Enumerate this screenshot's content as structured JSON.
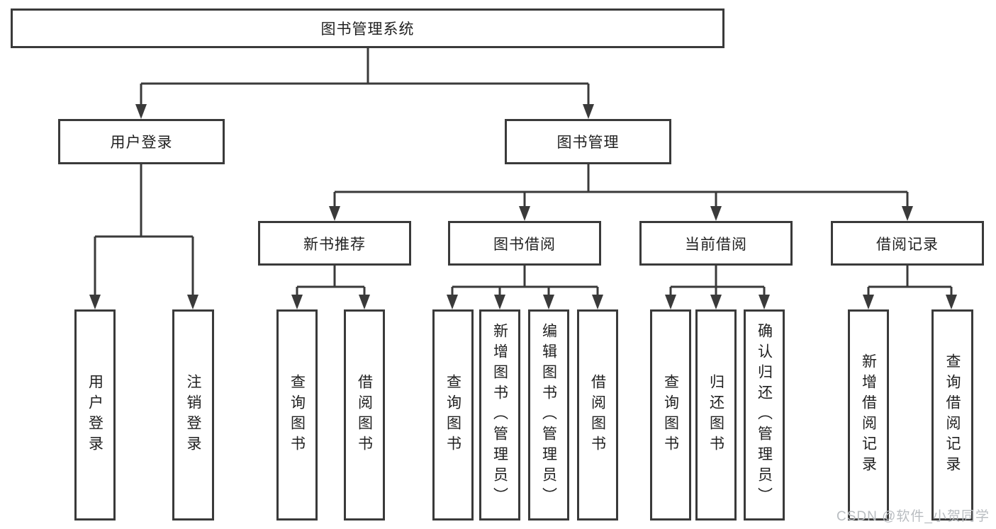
{
  "tree": {
    "root": "图书管理系统",
    "branches": [
      {
        "label": "用户登录",
        "leaves": [
          "用户登录",
          "注销登录"
        ]
      },
      {
        "label": "图书管理",
        "sections": [
          {
            "label": "新书推荐",
            "leaves": [
              "查询图书",
              "借阅图书"
            ]
          },
          {
            "label": "图书借阅",
            "leaves": [
              "查询图书",
              "新增图书（管理员）",
              "编辑图书（管理员）",
              "借阅图书"
            ]
          },
          {
            "label": "当前借阅",
            "leaves": [
              "查询图书",
              "归还图书",
              "确认归还（管理员）"
            ]
          },
          {
            "label": "借阅记录",
            "leaves": [
              "新增借阅记录",
              "查询借阅记录"
            ]
          }
        ]
      }
    ]
  },
  "watermark": "CSDN @软件_小贺同学",
  "colors": {
    "line": "#3a3a3a",
    "box_border": "#3a3a3a",
    "text": "#212121",
    "watermark": "#b9bdc1",
    "background": "#ffffff"
  }
}
